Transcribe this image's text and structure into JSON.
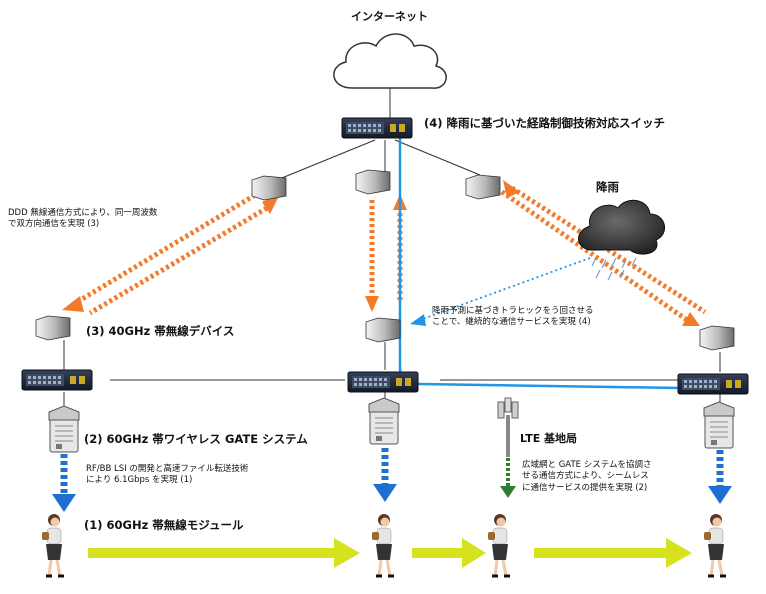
{
  "labels": {
    "internet": "インターネット",
    "core_switch": "(4) 降雨に基づいた経路制御技術対応スイッチ",
    "rain": "降雨",
    "ddd_line1": "DDD 無線通信方式により、同一周波数",
    "ddd_line2": "で双方向通信を実現 (3)",
    "device_40ghz": "(3) 40GHz 帯無線デバイス",
    "rain_pred_line1": "降雨予測に基づきトラヒックをう回させる",
    "rain_pred_line2": "ことで、継続的な通信サービスを実現 (4)",
    "gate_60ghz": "(2) 60GHz 帯ワイヤレス GATE システム",
    "lte": "LTE 基地局",
    "rfbb_line1": "RF/BB LSI の開発と高速ファイル転送技術",
    "rfbb_line2": "により 6.1Gbps を実現 (1)",
    "wide_line1": "広域網と GATE システムを協調さ",
    "wide_line2": "せる通信方式により、シームレス",
    "wide_line3": "に通信サービスの提供を実現 (2)",
    "module_60ghz": "(1) 60GHz 帯無線モジュール"
  },
  "colors": {
    "orange_link": "#f47a2a",
    "blue_route": "#2196e8",
    "down_arrow": "#1e6fd0",
    "lte_arrow": "#2e7d32",
    "movement_arrow": "#d6e21d",
    "switch_body": "#1e2838",
    "cloud_dark": "#3a3a3a"
  },
  "icons": [
    "cloud-icon",
    "switch-icon",
    "radio-device-icon",
    "gate-unit-icon",
    "lte-tower-icon",
    "rain-cloud-icon",
    "person-icon"
  ]
}
